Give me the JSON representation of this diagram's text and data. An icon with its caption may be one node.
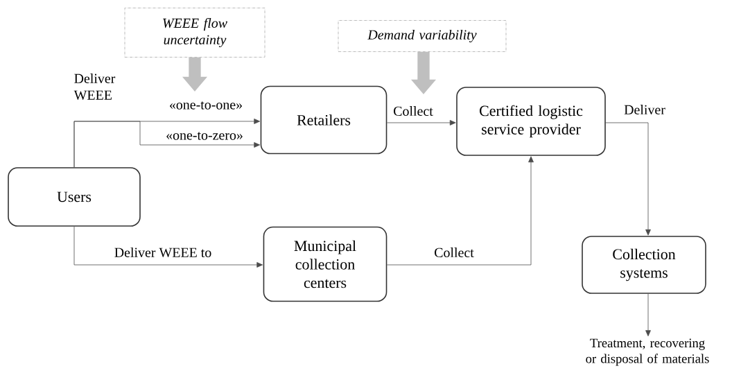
{
  "diagram": {
    "nodes": [
      {
        "text": [
          "WEEE flow uncertainty"
        ]
      },
      {
        "text": [
          "Demand variability"
        ]
      },
      {
        "text": [
          "Users"
        ]
      },
      {
        "text": [
          "Retailers"
        ]
      },
      {
        "text": [
          "Certified logistic service provider"
        ]
      },
      {
        "text": [
          "Municipal collection centers"
        ]
      },
      {
        "text": [
          "Collection systems"
        ]
      },
      {
        "text": [
          "Treatment, recovering or disposal of materials"
        ]
      }
    ],
    "edges": [
      {
        "from": 2,
        "to": 3,
        "arrow": "to",
        "label": "«one-to-one»"
      },
      {
        "from": 2,
        "to": 3,
        "arrow": "to",
        "label": "«one-to-zero»"
      },
      {
        "from": 2,
        "to": 5,
        "arrow": "to",
        "label": "Deliver WEEE to"
      },
      {
        "from": 3,
        "to": 4,
        "arrow": "to",
        "label": "Collect"
      },
      {
        "from": 5,
        "to": 4,
        "arrow": "to",
        "label": "Collect"
      },
      {
        "from": 4,
        "to": 6,
        "arrow": "to",
        "label": "Deliver"
      },
      {
        "from": 6,
        "to": 7,
        "arrow": "to"
      },
      {
        "from": 0,
        "to": null,
        "arrow": "to",
        "style": "thick",
        "color": "#bfbfbf"
      },
      {
        "from": 1,
        "to": null,
        "arrow": "to",
        "style": "thick",
        "color": "#bfbfbf"
      }
    ],
    "labels": [
      "Deliver WEEE"
    ]
  }
}
